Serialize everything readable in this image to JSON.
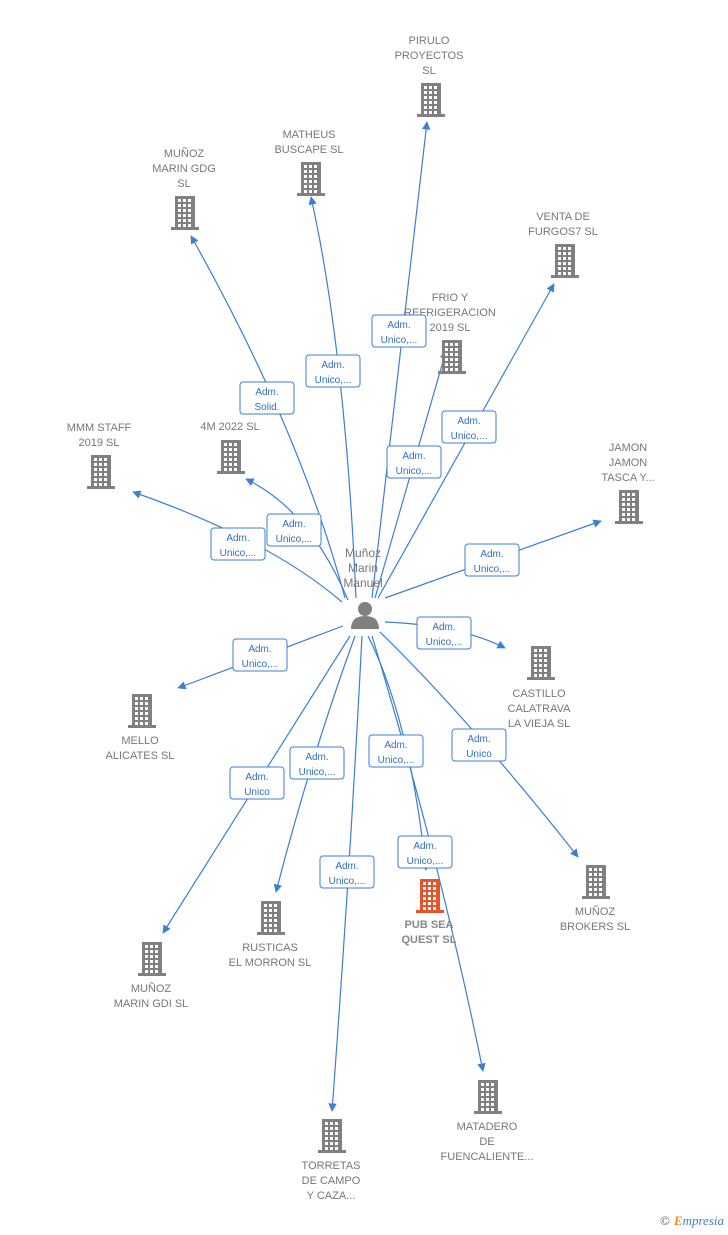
{
  "center": {
    "label_lines": [
      "Muñoz",
      "Marin",
      "Manuel"
    ],
    "icon": "person-icon"
  },
  "nodes": [
    {
      "id": "pirulo",
      "label_lines": [
        "PIRULO",
        "PROYECTOS",
        "SL"
      ],
      "icon": "building-icon"
    },
    {
      "id": "matheus",
      "label_lines": [
        "MATHEUS",
        "BUSCAPE  SL"
      ],
      "icon": "building-icon"
    },
    {
      "id": "munoz_gdg",
      "label_lines": [
        "MUÑOZ",
        "MARIN GDG",
        "SL"
      ],
      "icon": "building-icon"
    },
    {
      "id": "venta",
      "label_lines": [
        "VENTA DE",
        "FURGOS7  SL"
      ],
      "icon": "building-icon"
    },
    {
      "id": "frio",
      "label_lines": [
        "FRIO Y",
        "REFRIGERACION",
        "2019  SL"
      ],
      "icon": "building-icon"
    },
    {
      "id": "mmm",
      "label_lines": [
        "MMM STAFF",
        "2019  SL"
      ],
      "icon": "building-icon"
    },
    {
      "id": "4m",
      "label_lines": [
        "4M 2022  SL"
      ],
      "icon": "building-icon"
    },
    {
      "id": "jamon",
      "label_lines": [
        "JAMON",
        "JAMON",
        "TASCA Y..."
      ],
      "icon": "building-icon"
    },
    {
      "id": "castillo",
      "label_lines": [
        "CASTILLO",
        "CALATRAVA",
        "LA VIEJA  SL"
      ],
      "icon": "building-icon"
    },
    {
      "id": "mello",
      "label_lines": [
        "MELLO",
        "ALICATES  SL"
      ],
      "icon": "building-icon"
    },
    {
      "id": "munoz_brokers",
      "label_lines": [
        "MUÑOZ",
        "BROKERS  SL"
      ],
      "icon": "building-icon"
    },
    {
      "id": "pub",
      "label_lines": [
        "PUB SEA",
        "QUEST  SL"
      ],
      "icon": "building-icon",
      "highlight": true
    },
    {
      "id": "rusticas",
      "label_lines": [
        "RUSTICAS",
        "EL MORRON SL"
      ],
      "icon": "building-icon"
    },
    {
      "id": "munoz_gdi",
      "label_lines": [
        "MUÑOZ",
        "MARIN GDI SL"
      ],
      "icon": "building-icon"
    },
    {
      "id": "matadero",
      "label_lines": [
        "MATADERO",
        "DE",
        "FUENCALIENTE..."
      ],
      "icon": "building-icon"
    },
    {
      "id": "torretas",
      "label_lines": [
        "TORRETAS",
        "DE CAMPO",
        "Y CAZA..."
      ],
      "icon": "building-icon"
    }
  ],
  "edges": [
    {
      "to": "pirulo",
      "label_lines": [
        "Adm.",
        "Unico,..."
      ]
    },
    {
      "to": "matheus",
      "label_lines": [
        "Adm.",
        "Unico,..."
      ]
    },
    {
      "to": "munoz_gdg",
      "label_lines": [
        "Adm.",
        "Solid."
      ]
    },
    {
      "to": "venta",
      "label_lines": [
        "Adm.",
        "Unico,..."
      ]
    },
    {
      "to": "frio",
      "label_lines": [
        "Adm.",
        "Unico,..."
      ]
    },
    {
      "to": "mmm",
      "label_lines": [
        "Adm.",
        "Unico,..."
      ]
    },
    {
      "to": "4m",
      "label_lines": [
        "Adm.",
        "Unico,..."
      ]
    },
    {
      "to": "jamon",
      "label_lines": [
        "Adm.",
        "Unico,..."
      ]
    },
    {
      "to": "castillo",
      "label_lines": [
        "Adm.",
        "Unico,..."
      ]
    },
    {
      "to": "mello",
      "label_lines": [
        "Adm.",
        "Unico,..."
      ]
    },
    {
      "to": "munoz_brokers",
      "label_lines": [
        "Adm.",
        "Unico"
      ]
    },
    {
      "to": "pub",
      "label_lines": [
        "Adm.",
        "Unico,..."
      ]
    },
    {
      "to": "rusticas",
      "label_lines": [
        "Adm.",
        "Unico,..."
      ]
    },
    {
      "to": "munoz_gdi",
      "label_lines": [
        "Adm.",
        "Unico"
      ]
    },
    {
      "to": "matadero",
      "label_lines": [
        "Adm.",
        "Unico,..."
      ]
    },
    {
      "to": "torretas",
      "label_lines": [
        "Adm.",
        "Unico,..."
      ]
    }
  ],
  "colors": {
    "edge": "#3b7fd4",
    "node": "#808080",
    "highlight": "#e8532c",
    "text": "#777777"
  },
  "watermark": {
    "copyright": "©",
    "brand_first": "E",
    "brand_rest": "mpresia"
  }
}
